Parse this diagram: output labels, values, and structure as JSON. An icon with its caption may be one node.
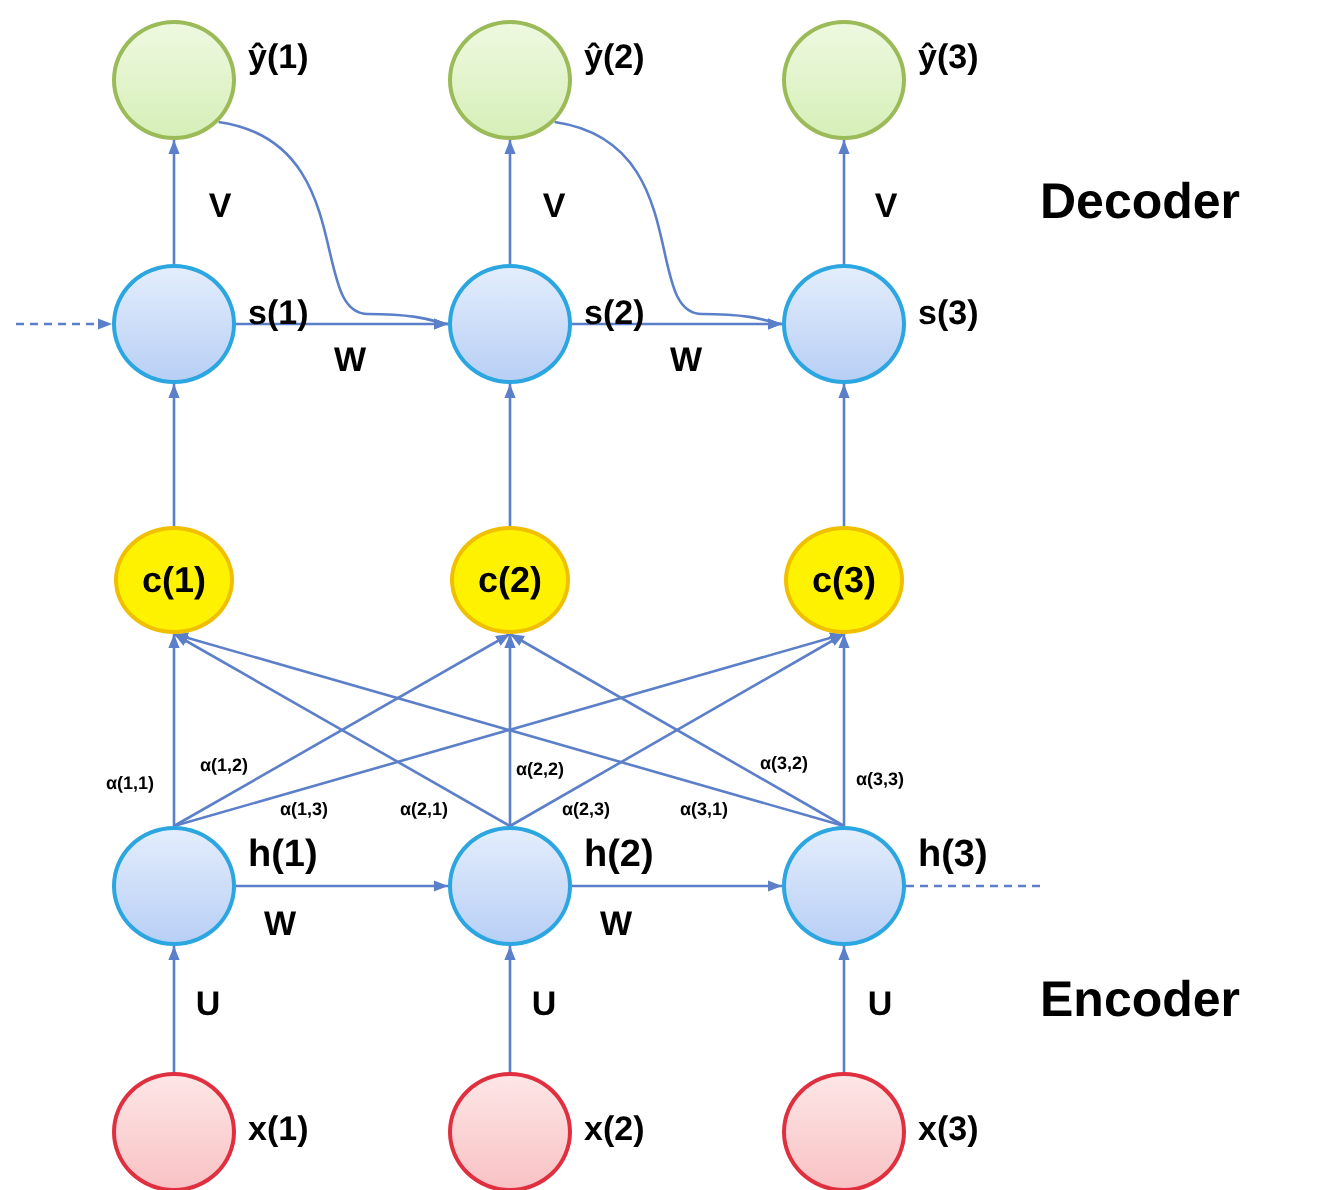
{
  "diagram": {
    "nodes": [
      {
        "text": [],
        "shape": "circle",
        "beside": [
          "ŷ(1)"
        ]
      },
      {
        "text": [],
        "shape": "circle",
        "beside": [
          "ŷ(2)"
        ]
      },
      {
        "text": [],
        "shape": "circle",
        "beside": [
          "ŷ(3)"
        ]
      },
      {
        "text": [],
        "shape": "circle",
        "beside": [
          "s(1)"
        ]
      },
      {
        "text": [],
        "shape": "circle",
        "beside": [
          "s(2)"
        ]
      },
      {
        "text": [],
        "shape": "circle",
        "beside": [
          "s(3)"
        ]
      },
      {
        "text": [
          "c(1)"
        ]
      },
      {
        "text": [
          "c(2)"
        ]
      },
      {
        "text": [
          "c(3)"
        ]
      },
      {
        "text": [],
        "shape": "circle",
        "beside": [
          "h(1)"
        ]
      },
      {
        "text": [],
        "shape": "circle",
        "beside": [
          "h(2)"
        ]
      },
      {
        "text": [],
        "shape": "circle",
        "beside": [
          "h(3)"
        ]
      },
      {
        "text": [],
        "shape": "circle",
        "beside": [
          "x(1)"
        ]
      },
      {
        "text": [],
        "shape": "circle",
        "beside": [
          "x(2)"
        ]
      },
      {
        "text": [],
        "shape": "circle",
        "beside": [
          "x(3)"
        ]
      }
    ],
    "edges": [
      {
        "from": 3,
        "to": 0,
        "arrow": "to",
        "label": "V"
      },
      {
        "from": 4,
        "to": 1,
        "arrow": "to",
        "label": "V"
      },
      {
        "from": 5,
        "to": 2,
        "arrow": "to",
        "label": "V"
      },
      {
        "from": 0,
        "to": 4,
        "arrow": "to"
      },
      {
        "from": 1,
        "to": 5,
        "arrow": "to"
      },
      {
        "from": null,
        "to": 3,
        "arrow": "to",
        "style": "dashed"
      },
      {
        "from": 3,
        "to": 4,
        "arrow": "to",
        "label": "W"
      },
      {
        "from": 4,
        "to": 5,
        "arrow": "to",
        "label": "W"
      },
      {
        "from": 6,
        "to": 3,
        "arrow": "to"
      },
      {
        "from": 7,
        "to": 4,
        "arrow": "to"
      },
      {
        "from": 8,
        "to": 5,
        "arrow": "to"
      },
      {
        "from": 9,
        "to": 6,
        "arrow": "to",
        "label": "α(1,1)"
      },
      {
        "from": 9,
        "to": 7,
        "arrow": "to",
        "label": "α(1,2)"
      },
      {
        "from": 9,
        "to": 8,
        "arrow": "to",
        "label": "α(1,3)"
      },
      {
        "from": 10,
        "to": 6,
        "arrow": "to",
        "label": "α(2,1)"
      },
      {
        "from": 10,
        "to": 7,
        "arrow": "to",
        "label": "α(2,2)"
      },
      {
        "from": 10,
        "to": 8,
        "arrow": "to",
        "label": "α(2,3)"
      },
      {
        "from": 11,
        "to": 6,
        "arrow": "to",
        "label": "α(3,1)"
      },
      {
        "from": 11,
        "to": 7,
        "arrow": "to",
        "label": "α(3,2)"
      },
      {
        "from": 11,
        "to": 8,
        "arrow": "to",
        "label": "α(3,3)"
      },
      {
        "from": 9,
        "to": 10,
        "arrow": "to",
        "label": "W"
      },
      {
        "from": 10,
        "to": 11,
        "arrow": "to",
        "label": "W"
      },
      {
        "from": 11,
        "to": null,
        "arrow": "none",
        "style": "dashed"
      },
      {
        "from": 12,
        "to": 9,
        "arrow": "to",
        "label": "U"
      },
      {
        "from": 13,
        "to": 10,
        "arrow": "to",
        "label": "U"
      },
      {
        "from": 14,
        "to": 11,
        "arrow": "to",
        "label": "U"
      }
    ],
    "labels": [
      "Decoder",
      "Encoder"
    ]
  }
}
